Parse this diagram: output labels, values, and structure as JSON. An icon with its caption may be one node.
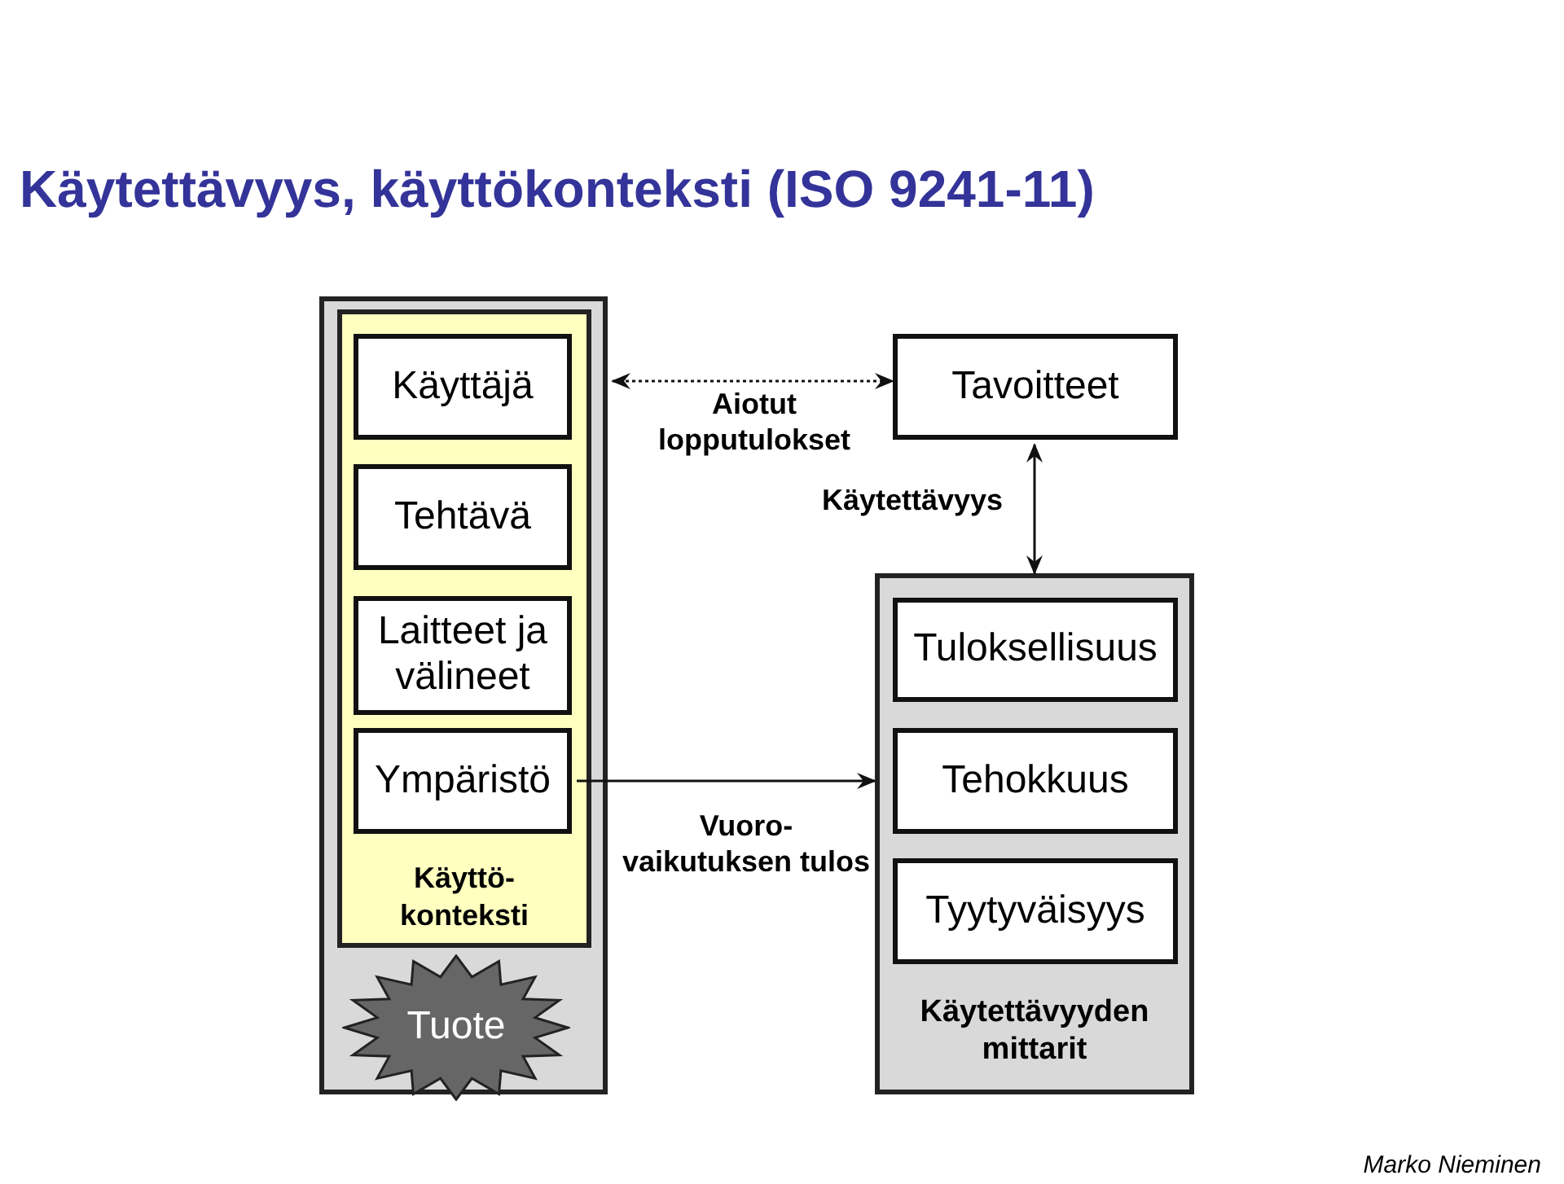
{
  "diagram": {
    "title": "Käytettävyys, käyttökonteksti (ISO 9241-11)",
    "nodes": [
      {
        "text": [],
        "shape": "box"
      },
      {
        "text": [
          "Käyttö- konteksti"
        ],
        "in": 0
      },
      {
        "text": [
          "Käyttäjä"
        ],
        "in": 1
      },
      {
        "text": [
          "Tehtävä"
        ],
        "in": 1
      },
      {
        "text": [
          "Laitteet ja välineet"
        ],
        "in": 1
      },
      {
        "text": [
          "Ympäristö"
        ],
        "in": 1
      },
      {
        "text": [
          "Tuote"
        ],
        "in": 0
      },
      {
        "text": [
          "Tavoitteet"
        ]
      },
      {
        "text": [
          "Käytettävyyden mittarit"
        ]
      },
      {
        "text": [
          "Tuloksellisuus"
        ],
        "in": 8
      },
      {
        "text": [
          "Tehokkuus"
        ],
        "in": 8
      },
      {
        "text": [
          "Tyytyväisyys"
        ],
        "in": 8
      }
    ],
    "edges": [
      {
        "from": 0,
        "to": 7,
        "arrow": "both",
        "style": "dashed",
        "label": "Aiotut lopputulokset"
      },
      {
        "from": 7,
        "to": 8,
        "arrow": "both",
        "label": "Käytettävyys"
      },
      {
        "from": 5,
        "to": 8,
        "arrow": "to",
        "label": "Vuoro- vaikutuksen tulos"
      }
    ],
    "labels": [
      "Marko Nieminen"
    ]
  }
}
